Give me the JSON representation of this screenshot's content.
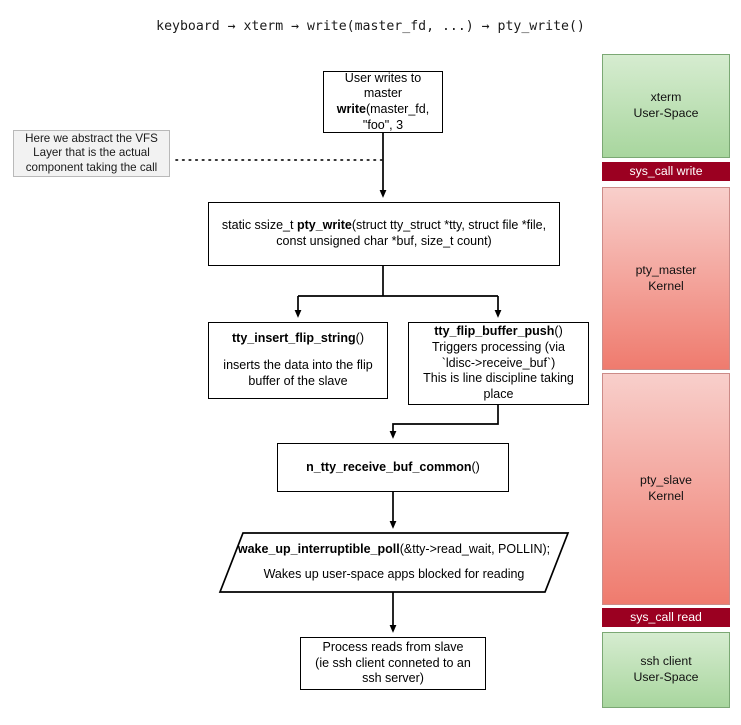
{
  "title": "keyboard → xterm → write(master_fd, ...) → pty_write()",
  "note": {
    "name": "vfs-abstraction-note",
    "text": "Here we abstract the VFS Layer that is the actual component taking the call"
  },
  "nodes": {
    "user_write": {
      "line1": "User writes to master",
      "bold": "write",
      "rest": "(master_fd,",
      "line3": "\"foo\", 3"
    },
    "pty_write": {
      "pre": "static ssize_t ",
      "bold": "pty_write",
      "rest": "(struct tty_struct *tty, struct file *file, const unsigned char *buf, size_t count)"
    },
    "tty_insert_flip_string": {
      "bold": "tty_insert_flip_string",
      "parens": "()",
      "body": "inserts the data into the flip buffer of the slave"
    },
    "tty_flip_buffer_push": {
      "bold": "tty_flip_buffer_push",
      "parens": "()",
      "body1": "Triggers processing (via `ldisc->receive_buf`)",
      "body2": "This is line discipline taking place"
    },
    "n_tty_receive_buf_common": {
      "bold": "n_tty_receive_buf_common",
      "parens": "()"
    },
    "wake_up": {
      "bold": "wake_up_interruptible_poll",
      "rest": "(&tty->read_wait, POLLIN);",
      "body": "Wakes up user-space apps blocked for reading"
    },
    "process_reads": {
      "line1": "Process reads from slave",
      "line2": "(ie ssh client conneted to an ssh server)"
    }
  },
  "lanes": [
    {
      "id": "xterm",
      "line1": "xterm",
      "line2": "User-Space",
      "kind": "user"
    },
    {
      "id": "sw",
      "line1": "sys_call write",
      "line2": "",
      "kind": "syscall"
    },
    {
      "id": "master",
      "line1": "pty_master",
      "line2": "Kernel",
      "kind": "kernel"
    },
    {
      "id": "slave",
      "line1": "pty_slave",
      "line2": "Kernel",
      "kind": "kernel"
    },
    {
      "id": "sr",
      "line1": "sys_call read",
      "line2": "",
      "kind": "syscall"
    },
    {
      "id": "ssh",
      "line1": "ssh client",
      "line2": "User-Space",
      "kind": "user"
    }
  ],
  "colors": {
    "user_space_top": "#d6ecd0",
    "user_space_bottom": "#a8d69e",
    "kernel_top": "#f8cfcb",
    "kernel_bottom": "#ef7b6e",
    "syscall": "#9b0021",
    "edge": "#000000",
    "note_bg": "#f2f2f2"
  }
}
